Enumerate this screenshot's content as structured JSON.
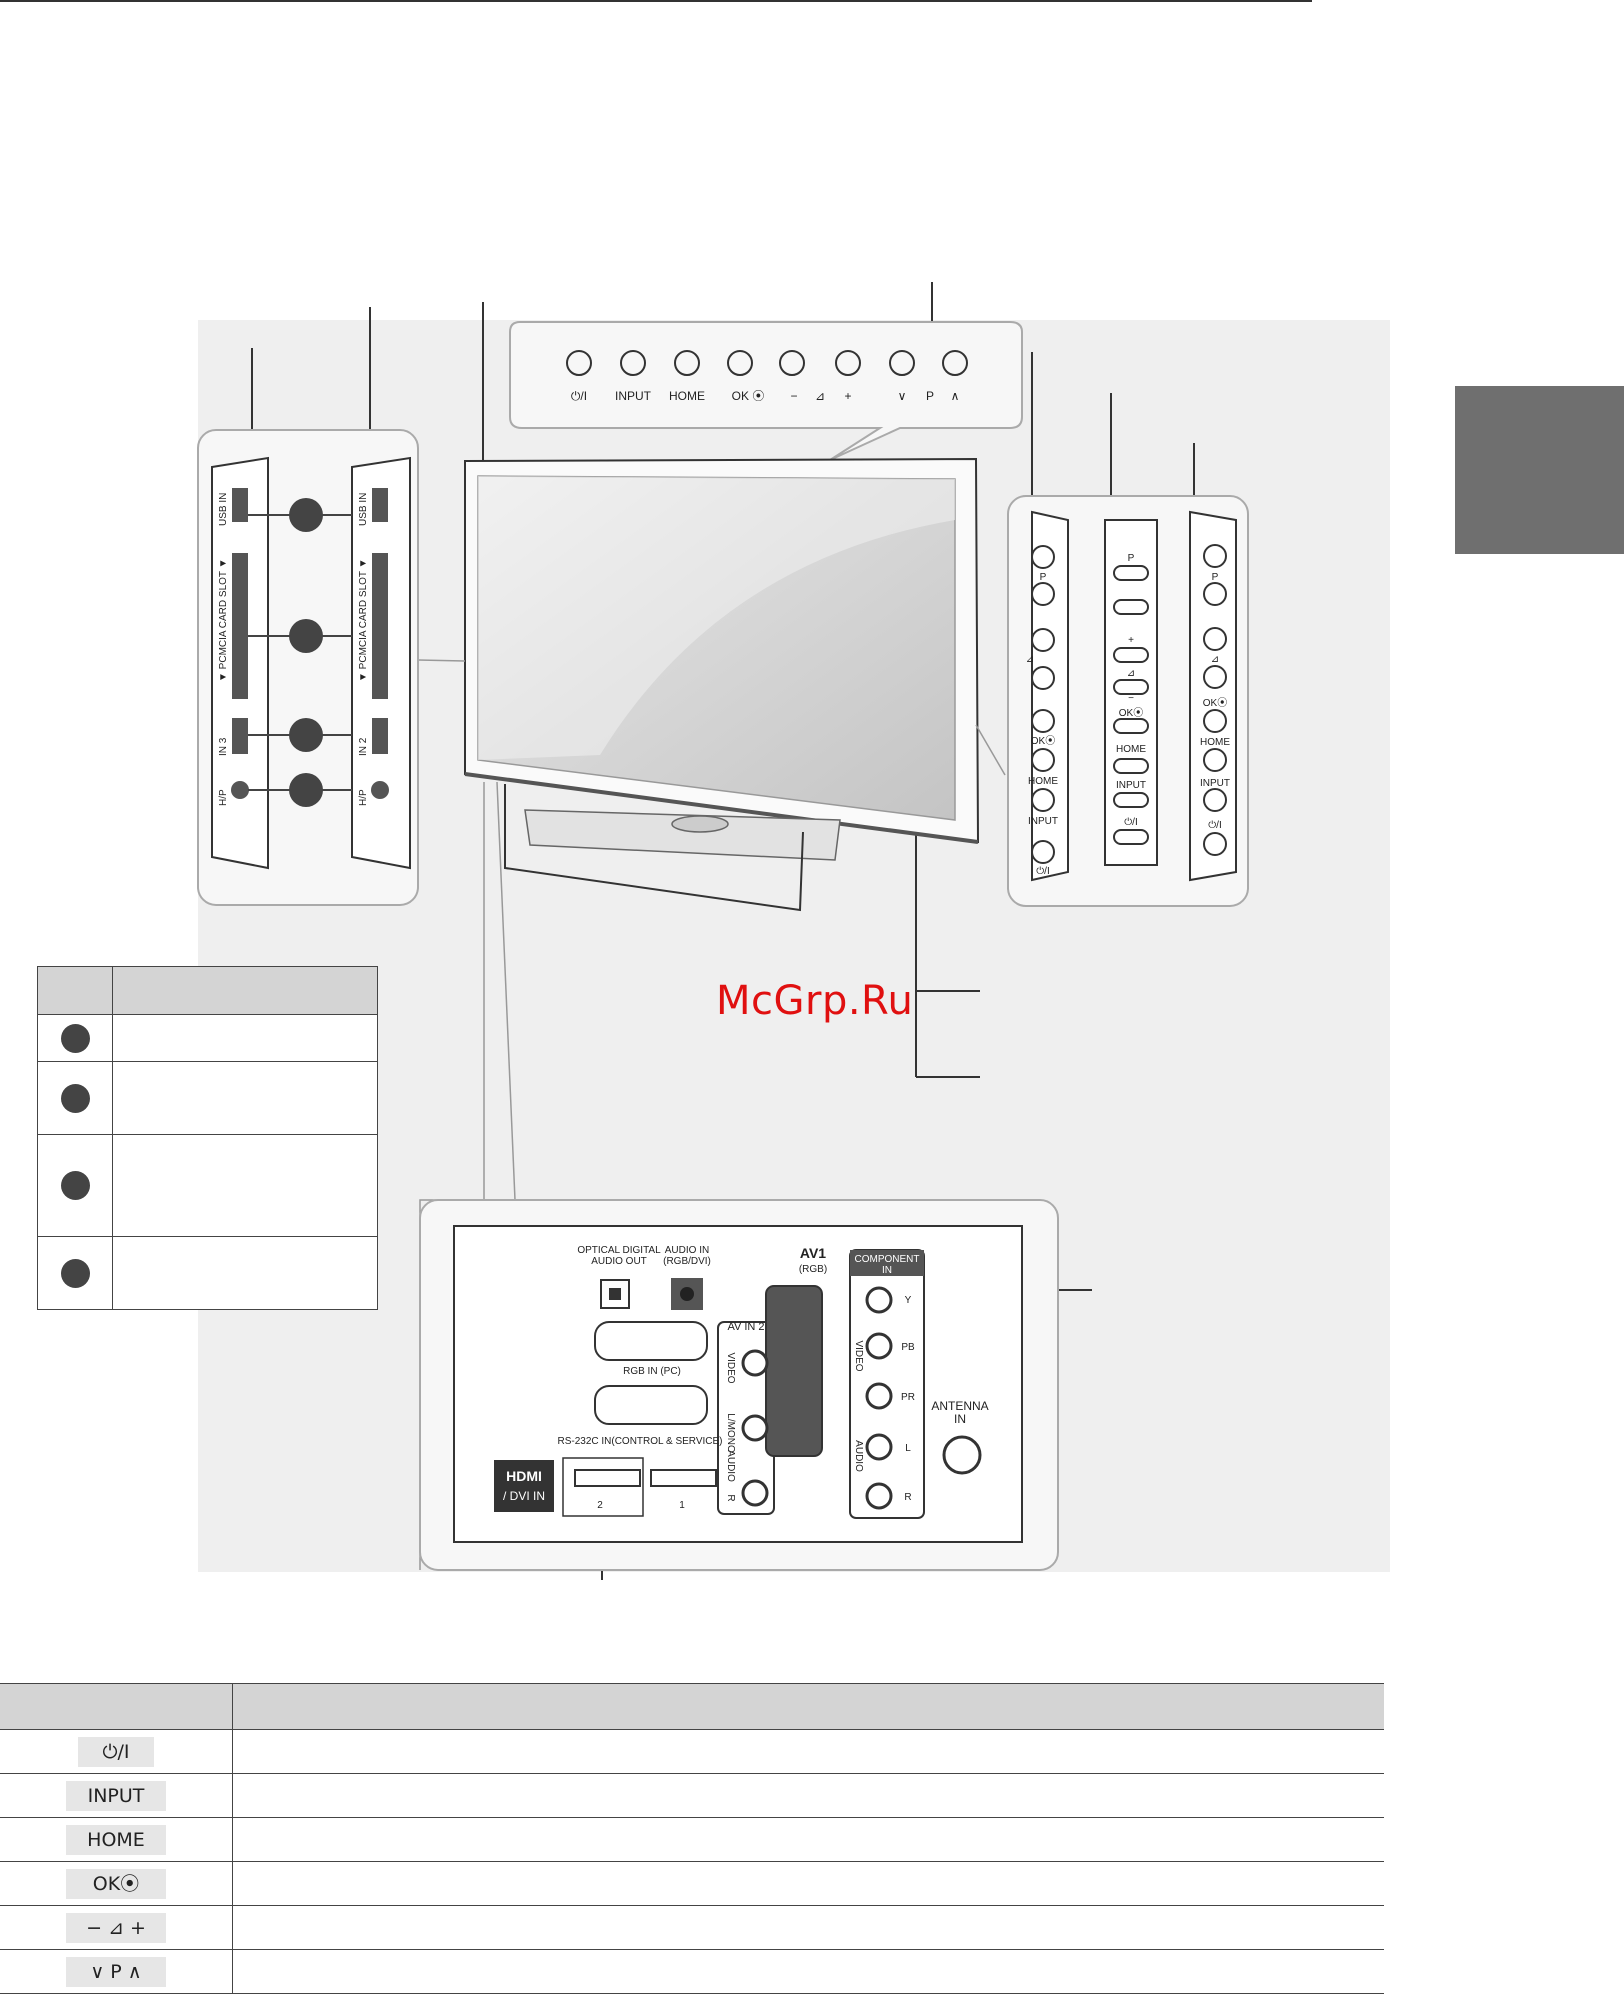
{
  "tab": {
    "color": "#6f6f6f"
  },
  "watermark": "McGrp.Ru",
  "front_panel": {
    "labels": [
      "⏻/I",
      "INPUT",
      "HOME",
      "OK ⦿",
      "−",
      "⊿",
      "+",
      "∨",
      "P",
      "∧"
    ]
  },
  "side_panel": {
    "usb_in": "USB IN",
    "pcmcia_slot": "▼ PCMCIA CARD SLOT ▼",
    "hdmi_in_3": "IN 3",
    "hdmi_in_2": "IN 2",
    "hp": "H/P"
  },
  "side_controls": {
    "a": [
      "P",
      "⊿",
      "OK⦿",
      "HOME",
      "INPUT",
      "⏻/I"
    ],
    "b": [
      "P",
      "+",
      "⊿",
      "−",
      "OK⦿",
      "HOME",
      "INPUT",
      "⏻/I"
    ],
    "c": [
      "P",
      "⊿",
      "OK⦿",
      "HOME",
      "INPUT",
      "⏻/I"
    ]
  },
  "rear_panel": {
    "optical_out": "OPTICAL DIGITAL\nAUDIO OUT",
    "optical_out_line1": "OPTICAL DIGITAL",
    "optical_out_line2": "AUDIO OUT",
    "audio_in_line1": "AUDIO IN",
    "audio_in_line2": "(RGB/DVI)",
    "rgb_in": "RGB IN (PC)",
    "rs232c": "RS-232C IN(CONTROL & SERVICE)",
    "hdmi_logo": "HDMI",
    "dvi_in": "/ DVI IN",
    "hdmi_ports": [
      "2",
      "1"
    ],
    "av_in_2": "AV IN 2",
    "av_in_2_labels": [
      "VIDEO",
      "L/MONO",
      "AUDIO",
      "R"
    ],
    "av1": "AV1",
    "av1_sub": "(RGB)",
    "component_line1": "COMPONENT",
    "component_line2": "IN",
    "component_ports": [
      "Y",
      "PB",
      "PR",
      "L",
      "R"
    ],
    "video_label": "VIDEO",
    "audio_label": "AUDIO",
    "antenna_line1": "ANTENNA",
    "antenna_line2": "IN"
  },
  "small_table": {
    "rows": 4
  },
  "button_table": {
    "rows": [
      {
        "button": "⏻/I"
      },
      {
        "button": "INPUT"
      },
      {
        "button": "HOME"
      },
      {
        "button": "OK⦿"
      },
      {
        "button": "−  ⊿  +"
      },
      {
        "button": "∨  P  ∧"
      }
    ]
  }
}
